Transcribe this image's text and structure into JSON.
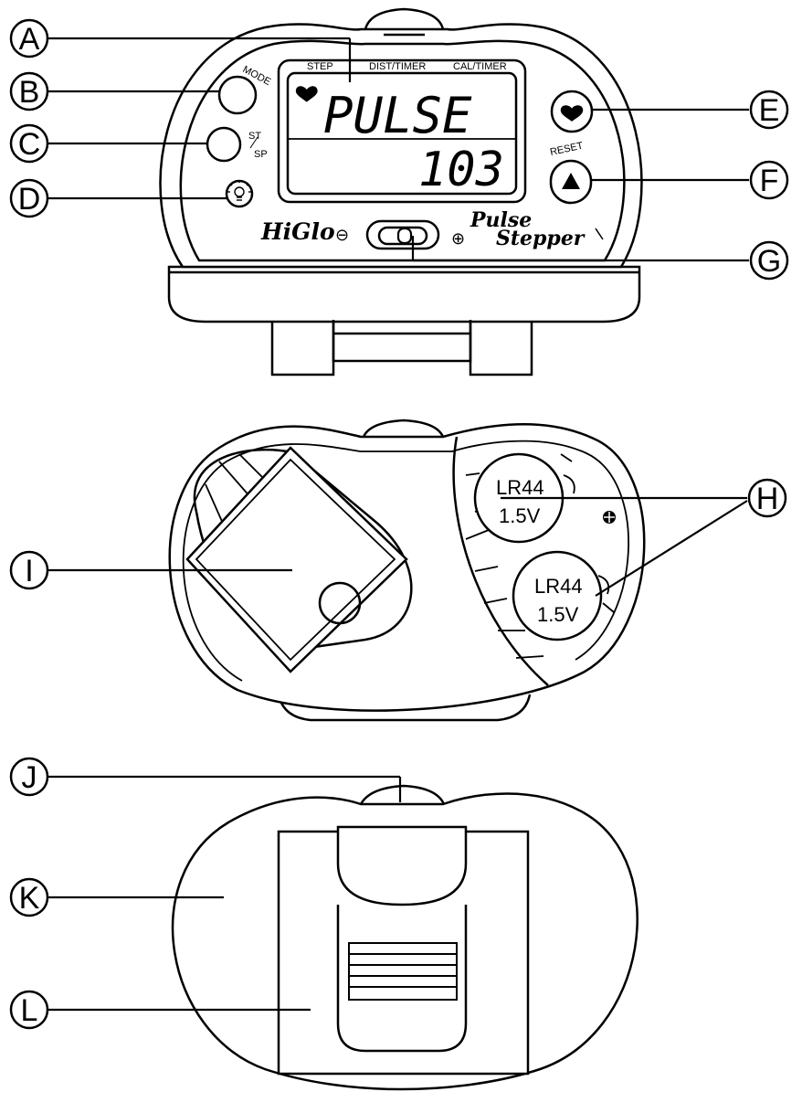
{
  "callouts": {
    "a": "A",
    "b": "B",
    "c": "C",
    "d": "D",
    "e": "E",
    "f": "F",
    "g": "G",
    "h": "H",
    "i": "I",
    "j": "J",
    "k": "K",
    "l": "L"
  },
  "front": {
    "headers": {
      "step": "STEP",
      "dist_timer": "DIST/TIMER",
      "cal_timer": "CAL/TIMER"
    },
    "display_line1": "PULSE",
    "display_line2": "103",
    "mode_label": "MODE",
    "stsp_label_top": "ST",
    "stsp_label_bottom": "SP",
    "reset_label": "RESET",
    "brand_left": "HiGlo",
    "brand_right_1": "Pulse",
    "brand_right_2": "Stepper",
    "minus_symbol": "⊖",
    "plus_symbol": "⊕"
  },
  "back": {
    "battery1_type": "LR44",
    "battery1_voltage": "1.5V",
    "battery2_type": "LR44",
    "battery2_voltage": "1.5V"
  }
}
